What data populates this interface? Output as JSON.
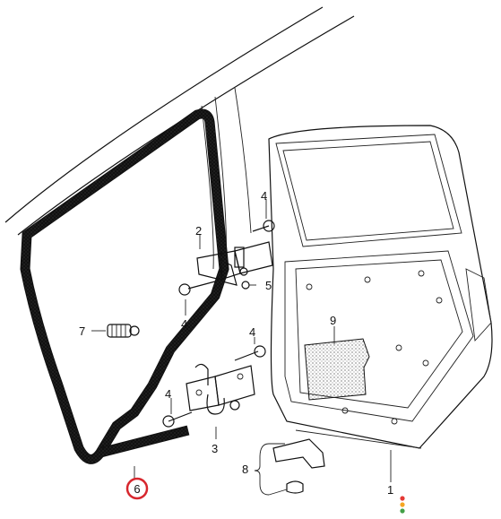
{
  "callouts": {
    "c1": "1",
    "c2": "2",
    "c3": "3",
    "c4a": "4",
    "c4b": "4",
    "c4c": "4",
    "c4d": "4",
    "c5": "5",
    "c6": "6",
    "c7": "7",
    "c8": "8",
    "c9": "9"
  },
  "highlight": {
    "item": "6",
    "color": "#d7262d"
  },
  "traffic_dots": [
    "#e53935",
    "#f5a623",
    "#43a047"
  ],
  "icons": {
    "status_indicator": "traffic-light-dots-icon"
  }
}
